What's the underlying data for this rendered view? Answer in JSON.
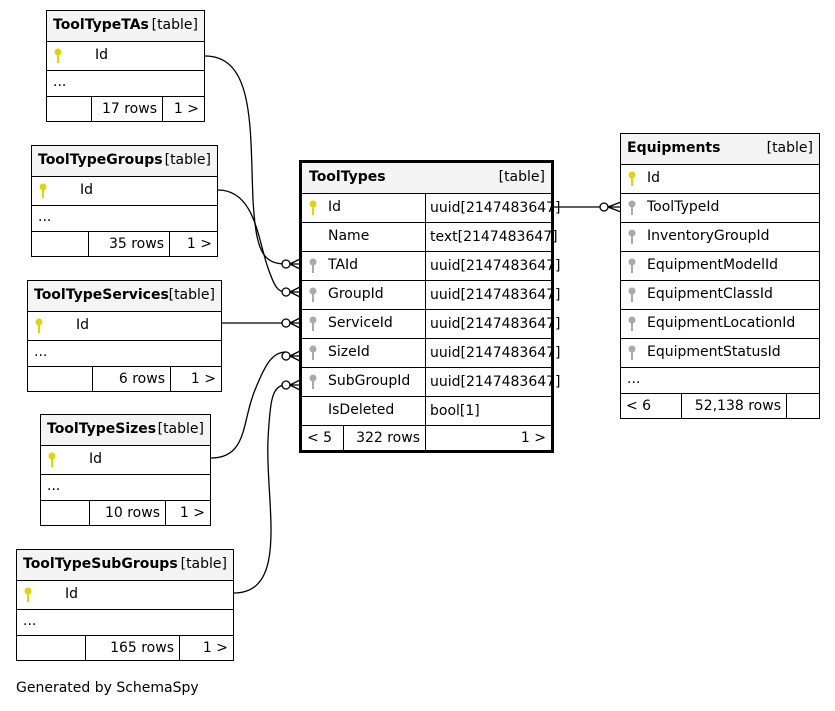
{
  "tables": {
    "tooltypetas": {
      "name": "ToolTypeTAs",
      "type": "[table]",
      "col": "Id",
      "ellipsis": "...",
      "rows": "17 rows",
      "children": "1 >"
    },
    "tooltypegroups": {
      "name": "ToolTypeGroups",
      "type": "[table]",
      "col": "Id",
      "ellipsis": "...",
      "rows": "35 rows",
      "children": "1 >"
    },
    "tooltypeservices": {
      "name": "ToolTypeServices",
      "type": "[table]",
      "col": "Id",
      "ellipsis": "...",
      "rows": "6 rows",
      "children": "1 >"
    },
    "tooltypesizes": {
      "name": "ToolTypeSizes",
      "type": "[table]",
      "col": "Id",
      "ellipsis": "...",
      "rows": "10 rows",
      "children": "1 >"
    },
    "tooltypesubgroups": {
      "name": "ToolTypeSubGroups",
      "type": "[table]",
      "col": "Id",
      "ellipsis": "...",
      "rows": "165 rows",
      "children": "1 >"
    },
    "tooltypes": {
      "name": "ToolTypes",
      "type": "[table]",
      "columns": [
        {
          "name": "Id",
          "type": "uuid[2147483647]"
        },
        {
          "name": "Name",
          "type": "text[2147483647]"
        },
        {
          "name": "TAId",
          "type": "uuid[2147483647]"
        },
        {
          "name": "GroupId",
          "type": "uuid[2147483647]"
        },
        {
          "name": "ServiceId",
          "type": "uuid[2147483647]"
        },
        {
          "name": "SizeId",
          "type": "uuid[2147483647]"
        },
        {
          "name": "SubGroupId",
          "type": "uuid[2147483647]"
        },
        {
          "name": "IsDeleted",
          "type": "bool[1]"
        }
      ],
      "parents": "< 5",
      "rows": "322 rows",
      "children": "1 >"
    },
    "equipments": {
      "name": "Equipments",
      "type": "[table]",
      "columns": [
        "Id",
        "ToolTypeId",
        "InventoryGroupId",
        "EquipmentModelId",
        "EquipmentClassId",
        "EquipmentLocationId",
        "EquipmentStatusId"
      ],
      "ellipsis": "...",
      "parents": "< 6",
      "rows": "52,138 rows",
      "children": ""
    }
  },
  "colors": {
    "primary_key": "#e6d400",
    "foreign_key": "#aaaaaa",
    "header_bg": "#f4f4f4"
  },
  "footer": "Generated by SchemaSpy"
}
